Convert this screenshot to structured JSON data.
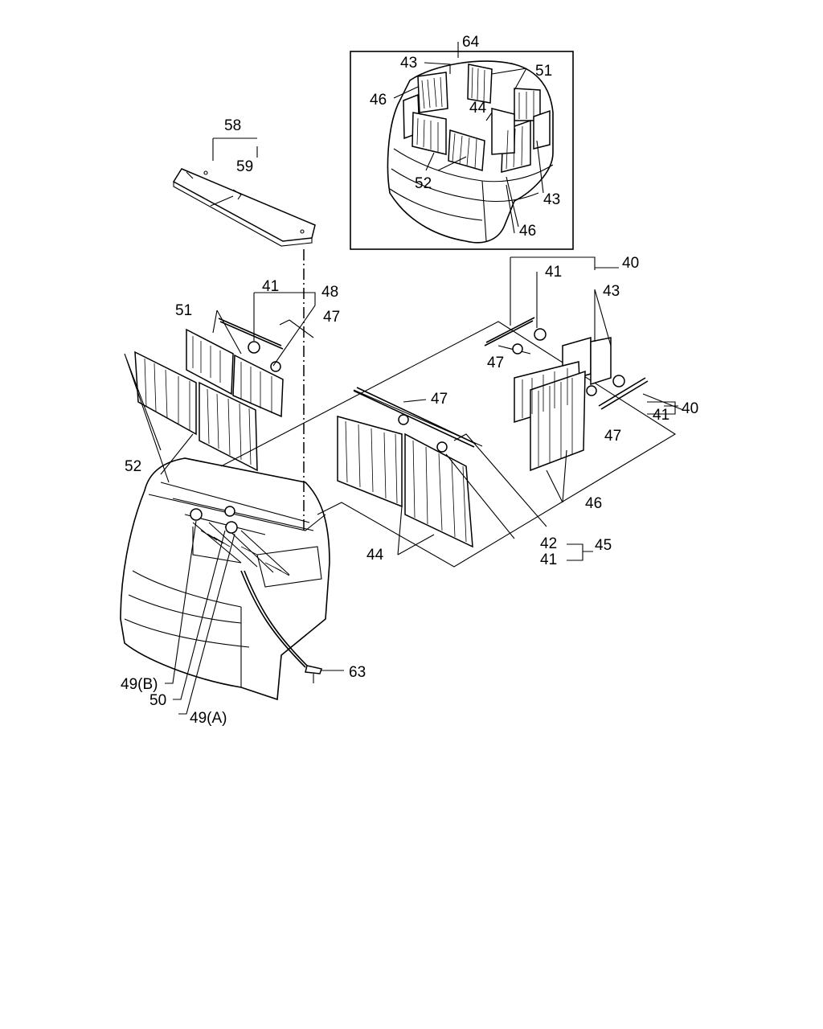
{
  "callouts": {
    "c64": "64",
    "c43_inset_top": "43",
    "c51_inset": "51",
    "c46_inset_left": "46",
    "c44_inset": "44",
    "c52_inset": "52",
    "c43_inset_right": "43",
    "c46_inset_bottom": "46",
    "c58": "58",
    "c59": "59",
    "c41_left": "41",
    "c48": "48",
    "c47_left": "47",
    "c51_left": "51",
    "c52_left": "52",
    "c41_right_top": "41",
    "c40_top": "40",
    "c43_right": "43",
    "c47_right_top": "47",
    "c41_right_bottom": "41",
    "c40_bottom": "40",
    "c47_right_bottom": "47",
    "c46_right": "46",
    "c47_center": "47",
    "c42": "42",
    "c45": "45",
    "c41_center": "41",
    "c44_center": "44",
    "c63": "63",
    "c49b": "49(B)",
    "c50": "50",
    "c49a": "49(A)"
  }
}
